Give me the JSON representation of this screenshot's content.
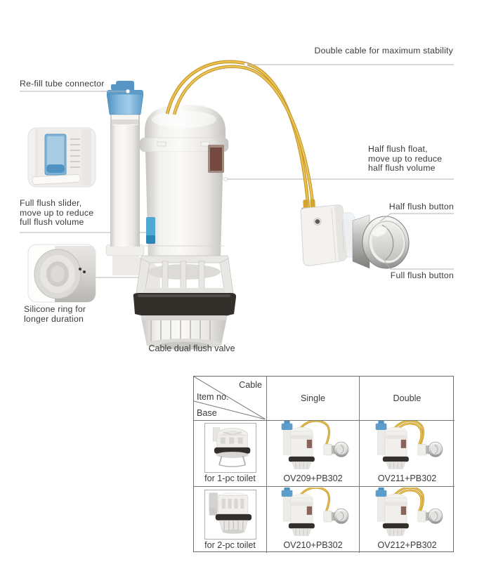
{
  "labels": {
    "refill": "Re-fill tube connector",
    "double_cable": "Double cable for maximum stability",
    "half_float": [
      "Half flush float,",
      "move up to reduce",
      "half flush volume"
    ],
    "half_button": "Half flush button",
    "full_button": "Full flush button",
    "full_slider": [
      "Full flush slider,",
      "move up to reduce",
      "full flush volume"
    ],
    "silicone": [
      "Silicone ring for",
      "longer duration"
    ],
    "caption": "Cable dual flush valve"
  },
  "table": {
    "corner": {
      "cable": "Cable",
      "item_no": "Item no.",
      "base": "Base"
    },
    "columns": [
      "Single",
      "Double"
    ],
    "rows": [
      {
        "base": "for 1-pc toilet",
        "single": "OV209+PB302",
        "double": "OV211+PB302"
      },
      {
        "base": "for 2-pc toilet",
        "single": "OV210+PB302",
        "double": "OV212+PB302"
      }
    ]
  },
  "colors": {
    "cable_yellow": "#dcb136",
    "connector_blue": "#5d9dcc",
    "slider_blue": "#52a8d4",
    "seal_black": "#332f2b",
    "body_white": "#f1efec",
    "chrome_gray": "#c9c9c7",
    "leader_line_gray": "#b5b3af",
    "text_gray": "#3a3a3a"
  }
}
